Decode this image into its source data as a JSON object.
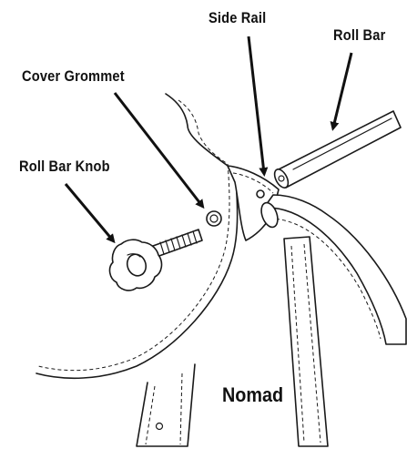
{
  "callouts": {
    "side_rail": "Side Rail",
    "roll_bar": "Roll Bar",
    "cover_grommet": "Cover Grommet",
    "roll_bar_knob": "Roll Bar Knob"
  },
  "product_name": "Nomad"
}
